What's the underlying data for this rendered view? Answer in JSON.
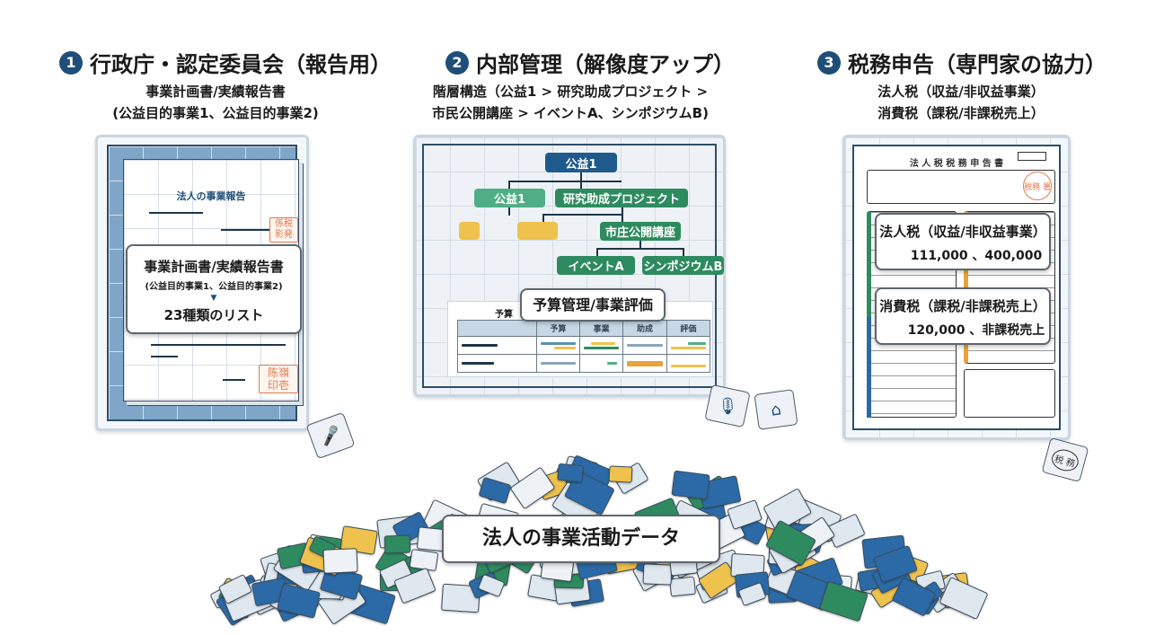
{
  "colors": {
    "navy": "#1f4e79",
    "blue": "#2b6aa6",
    "green": "#2e8b5f",
    "light_green": "#4fae85",
    "yellow": "#efc24d",
    "orange": "#e8a23a",
    "stamp": "#e07a4f"
  },
  "sections": [
    {
      "number": "1",
      "title": "行政庁・認定委員会（報告用）",
      "subtitle": [
        "事業計画書/実績報告書",
        "(公益目的事業1、公益目的事業2)"
      ]
    },
    {
      "number": "2",
      "title": "内部管理（解像度アップ）",
      "subtitle": [
        "階層構造（公益1 > 研究助成プロジェクト >",
        "市民公開講座 > イベントA、シンポジウムB)"
      ]
    },
    {
      "number": "3",
      "title": "税務申告（専門家の協力）",
      "subtitle": [
        "法人税（収益/非収益事業）",
        "消費税（課税/非課税売上）"
      ]
    }
  ],
  "panel1": {
    "doc_title": "法人の事業報告",
    "stamps": [
      "係税 影発",
      "陈嶺 印壱"
    ],
    "callout": {
      "line1": "事業計画書/実績報告書",
      "line2": "(公益目的事業1、公益目的事業2)",
      "arrow": "▼",
      "line3": "23種類のリスト"
    }
  },
  "panel2": {
    "org": {
      "root": "公益1",
      "level1": [
        "公益1",
        "研究助成プロジェクト"
      ],
      "level2": "市庄公開講座",
      "level3": [
        "イベントA",
        "シンポジウムB"
      ]
    },
    "table_label": "予算",
    "table_headers": [
      "予算",
      "事業",
      "助成",
      "評価"
    ],
    "callout": "予算管理/事業評価"
  },
  "panel3": {
    "form_title": "法 人 税 税 務 申 告 書",
    "stamp": "税務 署",
    "callout1": {
      "title": "法人税（収益/非収益事業）",
      "values": "111,000 、400,000"
    },
    "callout2": {
      "title": "消費税（課税/非課税売上）",
      "values": "120,000 、非課税売上"
    },
    "loose_piece_stamp": "税 務"
  },
  "pile": {
    "label": "法人の事業活動データ"
  }
}
